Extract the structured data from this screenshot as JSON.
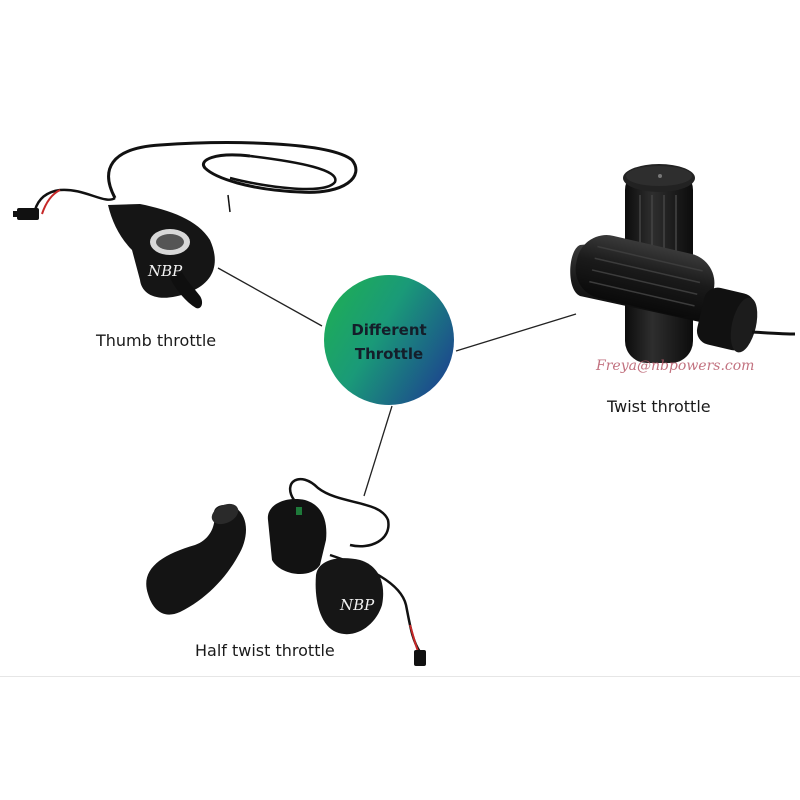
{
  "center": {
    "line1": "Different",
    "line2": "Throttle"
  },
  "nodes": {
    "thumb": {
      "label": "Thumb throttle",
      "watermark": "NBP"
    },
    "twist": {
      "label": "Twist throttle",
      "watermark": "Freya@nbpowers.com"
    },
    "half": {
      "label": "Half twist throttle",
      "watermark": "NBP"
    }
  },
  "colors": {
    "center_gradient_start": "#1fb14f",
    "center_gradient_mid": "#1a9a78",
    "center_gradient_end": "#1c4f8c",
    "product_black": "#151515",
    "connector_line": "#222222",
    "wire_red": "#c62828"
  },
  "icons": [
    "thumb-throttle-icon",
    "twist-throttle-icon",
    "half-twist-throttle-icon"
  ]
}
